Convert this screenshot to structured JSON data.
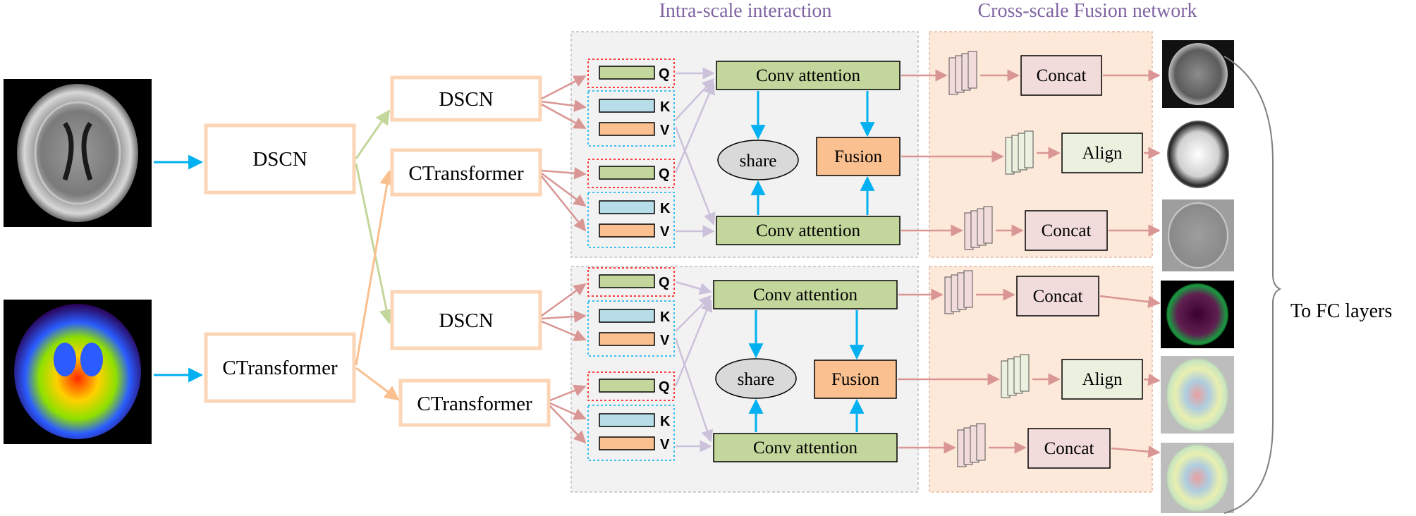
{
  "titles": {
    "intra": "Intra-scale interaction",
    "cross": "Cross-scale Fusion network"
  },
  "stage1": {
    "mri": "DSCN",
    "pet": "CTransformer"
  },
  "stage2": [
    "DSCN",
    "CTransformer",
    "DSCN",
    "CTransformer"
  ],
  "qkv": {
    "q": "Q",
    "k": "K",
    "v": "V"
  },
  "interaction": {
    "conv_attention": "Conv attention",
    "share": "share",
    "fusion": "Fusion"
  },
  "fusion_net": {
    "concat": "Concat",
    "align": "Align"
  },
  "output_label": "To FC layers",
  "colors": {
    "title": "#8064a2",
    "box_border": "#fbd5b5",
    "arrow_blue": "#00b0f0",
    "arrow_green": "#c3d69b",
    "arrow_orange": "#fac090",
    "arrow_pink": "#d99694",
    "arrow_lavender": "#ccc1da",
    "conv_attention_fill": "#c3d69b",
    "fusion_fill": "#fac090",
    "concat_fill": "#f2dcdb",
    "align_fill": "#ebf1de",
    "q_fill": "#c3d69b",
    "k_fill": "#b7dee8",
    "v_fill": "#fac090",
    "intra_panel": "#f2f2f2",
    "cross_panel": "#fde9d9"
  }
}
